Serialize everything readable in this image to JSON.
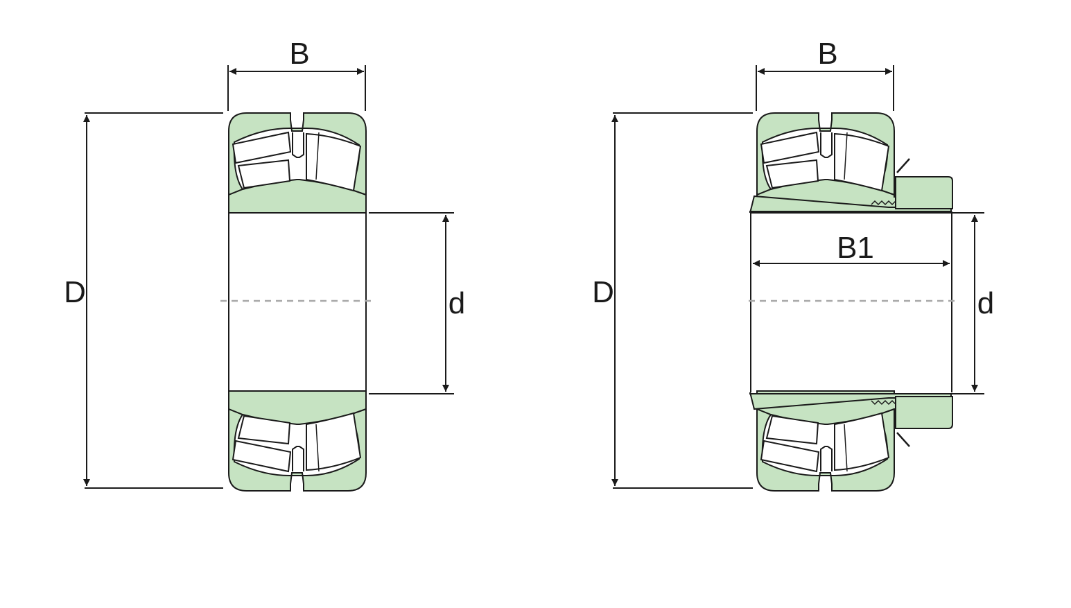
{
  "colors": {
    "fill": "#c6e3c2",
    "stroke": "#1a1a1a",
    "centerline": "#a8a8a8",
    "background": "#ffffff"
  },
  "left_view": {
    "width_label": "B",
    "outer_diameter_label": "D",
    "bore_label": "d"
  },
  "right_view": {
    "width_label": "B",
    "outer_diameter_label": "D",
    "bore_label": "d",
    "sleeve_width_label": "B1"
  }
}
